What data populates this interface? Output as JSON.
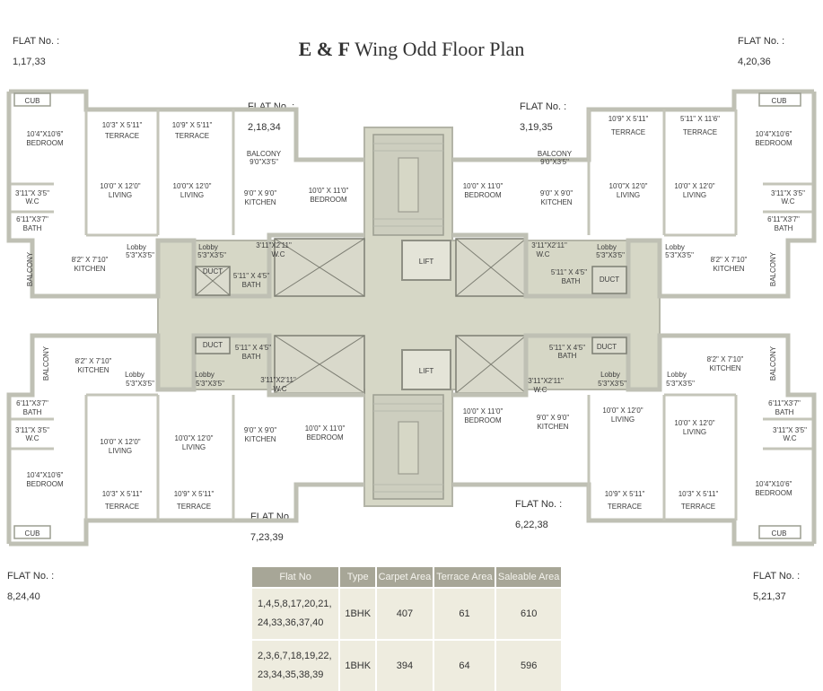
{
  "title_bold": "E & F",
  "title_rest": " Wing Odd Floor Plan",
  "flat_labels": [
    {
      "id": "tl",
      "heading": "FLAT No. :",
      "numbers": "1,17,33"
    },
    {
      "id": "tr",
      "heading": "FLAT No. :",
      "numbers": "4,20,36"
    },
    {
      "id": "tc1",
      "heading": "FLAT No. :",
      "numbers": "2,18,34"
    },
    {
      "id": "tc2",
      "heading": "FLAT No. :",
      "numbers": "3,19,35"
    },
    {
      "id": "bc1",
      "heading": "FLAT No. :",
      "numbers": "7,23,39"
    },
    {
      "id": "bc2",
      "heading": "FLAT No. :",
      "numbers": "6,22,38"
    },
    {
      "id": "bl",
      "heading": "FLAT No. :",
      "numbers": "8,24,40"
    },
    {
      "id": "br",
      "heading": "FLAT No. :",
      "numbers": "5,21,37"
    }
  ],
  "rooms": {
    "cub": "CUB",
    "bedroom_big": "10'4\"X10'6\"",
    "bedroom": "BEDROOM",
    "wc_s": "3'11\"X 3'5\"",
    "wc": "W.C",
    "bath_s": "6'11\"X3'7\"",
    "bath": "BATH",
    "balcony": "BALCONY",
    "kitchen_s": "8'2\" X 7'10\"",
    "kitchen": "KITCHEN",
    "terrace1": "10'3\" X 5'11\"",
    "terrace2": "10'9\" X 5'11\"",
    "terrace3": "5'11\" X 11'6\"",
    "terrace": "TERRACE",
    "living1": "10'0\" X 12'0\"",
    "living2": "10'0\"X 12'0\"",
    "living": "LIVING",
    "lobby": "Lobby",
    "lobby_s": "5'3\"X3'5\"",
    "balc_s": "9'0\"X3'5\"",
    "kit2_s": "9'0\" X 9'0\"",
    "bed2_s": "10'0\" X 11'0\"",
    "wc2_s": "3'11\"X2'11\"",
    "bath2_s": "5'11\" X 4'5\"",
    "duct": "DUCT",
    "lift": "LIFT"
  },
  "table": {
    "headers": [
      "Flat No",
      "Type",
      "Carpet Area",
      "Terrace Area",
      "Saleable Area"
    ],
    "rows": [
      {
        "flats_line1": "1,4,5,8,17,20,21,",
        "flats_line2": "24,33,36,37,40",
        "type": "1BHK",
        "carpet": "407",
        "terrace": "61",
        "saleable": "610"
      },
      {
        "flats_line1": "2,3,6,7,18,19,22,",
        "flats_line2": "23,34,35,38,39",
        "type": "1BHK",
        "carpet": "394",
        "terrace": "64",
        "saleable": "596"
      }
    ]
  },
  "colors": {
    "wall": "#bfc0b4",
    "common": "#d6d7c6",
    "stair": "#cfd0c0",
    "table_head": "#a7a697",
    "table_cell": "#eeecdf"
  }
}
